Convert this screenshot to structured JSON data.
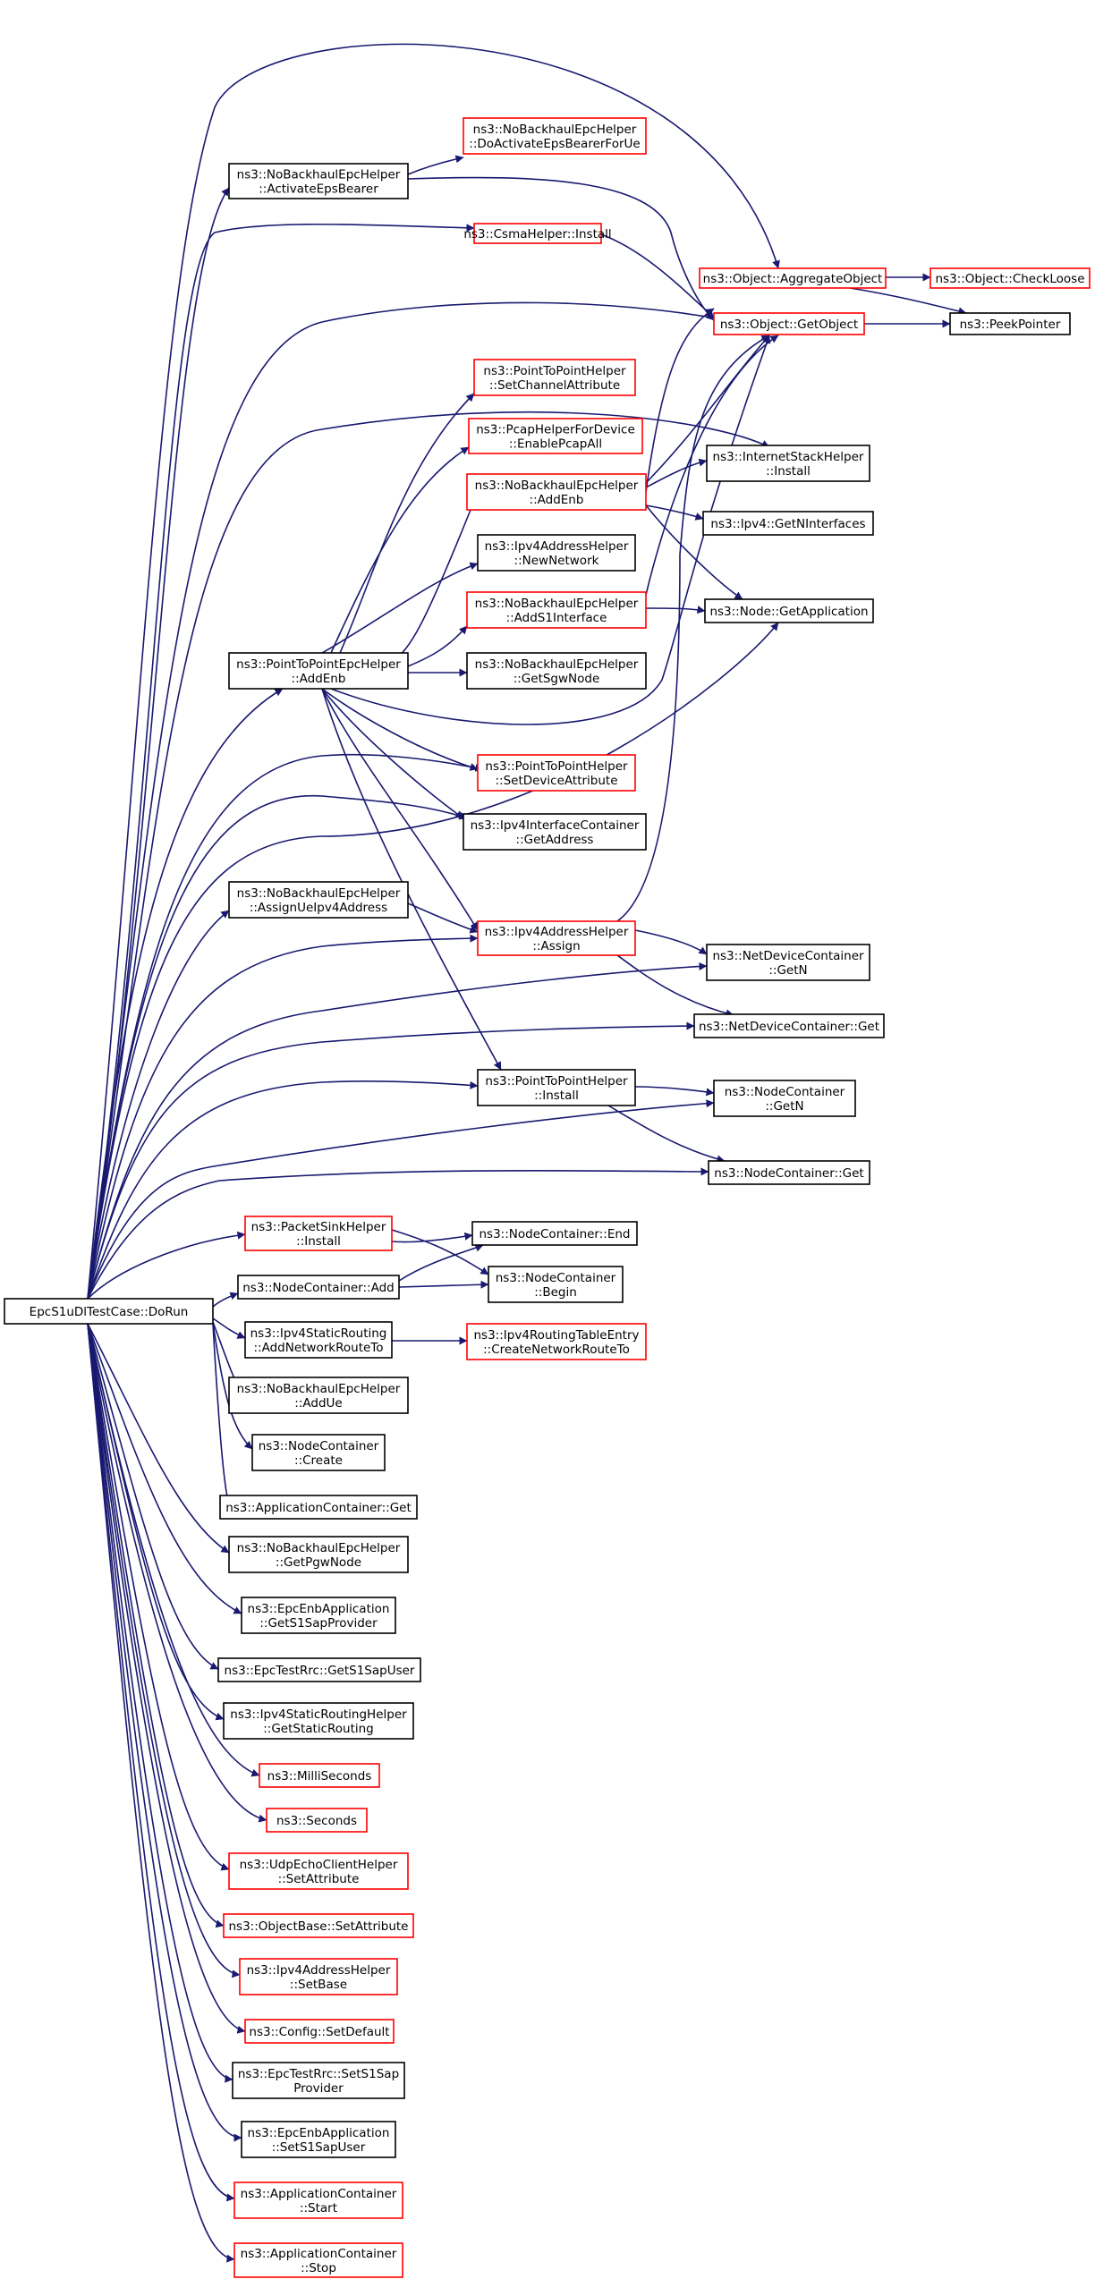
{
  "colors": {
    "edge": "#191970",
    "box_normal": "#000000",
    "box_red": "#ff0000",
    "root_fill": "#bfbfbf"
  },
  "nodes": {
    "root": {
      "lines": [
        "EpcS1uDlTestCase::DoRun"
      ],
      "style": "root"
    },
    "noBackhaul_activateEps": {
      "lines": [
        "ns3::NoBackhaulEpcHelper",
        "::ActivateEpsBearer"
      ],
      "style": "normal"
    },
    "noBackhaul_doActivate": {
      "lines": [
        "ns3::NoBackhaulEpcHelper",
        "::DoActivateEpsBearerForUe"
      ],
      "style": "red"
    },
    "csma_install": {
      "lines": [
        "ns3::CsmaHelper::Install"
      ],
      "style": "red"
    },
    "object_aggregate": {
      "lines": [
        "ns3::Object::AggregateObject"
      ],
      "style": "red"
    },
    "object_checkloose": {
      "lines": [
        "ns3::Object::CheckLoose"
      ],
      "style": "red"
    },
    "object_getobject": {
      "lines": [
        "ns3::Object::GetObject"
      ],
      "style": "red"
    },
    "peekpointer": {
      "lines": [
        "ns3::PeekPointer"
      ],
      "style": "normal"
    },
    "p2p_setchannel": {
      "lines": [
        "ns3::PointToPointHelper",
        "::SetChannelAttribute"
      ],
      "style": "red"
    },
    "pcap_enable": {
      "lines": [
        "ns3::PcapHelperForDevice",
        "::EnablePcapAll"
      ],
      "style": "red"
    },
    "internetstack_install": {
      "lines": [
        "ns3::InternetStackHelper",
        "::Install"
      ],
      "style": "normal"
    },
    "noBackhaul_addenb": {
      "lines": [
        "ns3::NoBackhaulEpcHelper",
        "::AddEnb"
      ],
      "style": "red"
    },
    "ipv4_getninterfaces": {
      "lines": [
        "ns3::Ipv4::GetNInterfaces"
      ],
      "style": "normal"
    },
    "ipv4addr_newnetwork": {
      "lines": [
        "ns3::Ipv4AddressHelper",
        "::NewNetwork"
      ],
      "style": "normal"
    },
    "noBackhaul_adds1": {
      "lines": [
        "ns3::NoBackhaulEpcHelper",
        "::AddS1Interface"
      ],
      "style": "red"
    },
    "node_getapp": {
      "lines": [
        "ns3::Node::GetApplication"
      ],
      "style": "normal"
    },
    "p2pepc_addenb": {
      "lines": [
        "ns3::PointToPointEpcHelper",
        "::AddEnb"
      ],
      "style": "normal"
    },
    "noBackhaul_getsgw": {
      "lines": [
        "ns3::NoBackhaulEpcHelper",
        "::GetSgwNode"
      ],
      "style": "normal"
    },
    "p2p_setdevice": {
      "lines": [
        "ns3::PointToPointHelper",
        "::SetDeviceAttribute"
      ],
      "style": "red"
    },
    "ipv4iface_getaddr": {
      "lines": [
        "ns3::Ipv4InterfaceContainer",
        "::GetAddress"
      ],
      "style": "normal"
    },
    "noBackhaul_assignue": {
      "lines": [
        "ns3::NoBackhaulEpcHelper",
        "::AssignUeIpv4Address"
      ],
      "style": "normal"
    },
    "ipv4addr_assign": {
      "lines": [
        "ns3::Ipv4AddressHelper",
        "::Assign"
      ],
      "style": "red"
    },
    "netdev_getn": {
      "lines": [
        "ns3::NetDeviceContainer",
        "::GetN"
      ],
      "style": "normal"
    },
    "netdev_get": {
      "lines": [
        "ns3::NetDeviceContainer::Get"
      ],
      "style": "normal"
    },
    "p2p_install": {
      "lines": [
        "ns3::PointToPointHelper",
        "::Install"
      ],
      "style": "normal"
    },
    "nodec_getn": {
      "lines": [
        "ns3::NodeContainer",
        "::GetN"
      ],
      "style": "normal"
    },
    "nodec_get": {
      "lines": [
        "ns3::NodeContainer::Get"
      ],
      "style": "normal"
    },
    "packetsink_install": {
      "lines": [
        "ns3::PacketSinkHelper",
        "::Install"
      ],
      "style": "red"
    },
    "nodec_end": {
      "lines": [
        "ns3::NodeContainer::End"
      ],
      "style": "normal"
    },
    "nodec_add": {
      "lines": [
        "ns3::NodeContainer::Add"
      ],
      "style": "normal"
    },
    "nodec_begin": {
      "lines": [
        "ns3::NodeContainer",
        "::Begin"
      ],
      "style": "normal"
    },
    "ipv4static_addnet": {
      "lines": [
        "ns3::Ipv4StaticRouting",
        "::AddNetworkRouteTo"
      ],
      "style": "normal"
    },
    "ipv4rte_create": {
      "lines": [
        "ns3::Ipv4RoutingTableEntry",
        "::CreateNetworkRouteTo"
      ],
      "style": "red"
    },
    "noBackhaul_addue": {
      "lines": [
        "ns3::NoBackhaulEpcHelper",
        "::AddUe"
      ],
      "style": "normal"
    },
    "nodec_create": {
      "lines": [
        "ns3::NodeContainer",
        "::Create"
      ],
      "style": "normal"
    },
    "appc_get": {
      "lines": [
        "ns3::ApplicationContainer::Get"
      ],
      "style": "normal"
    },
    "noBackhaul_getpgw": {
      "lines": [
        "ns3::NoBackhaulEpcHelper",
        "::GetPgwNode"
      ],
      "style": "normal"
    },
    "epcenb_gets1sap": {
      "lines": [
        "ns3::EpcEnbApplication",
        "::GetS1SapProvider"
      ],
      "style": "normal"
    },
    "epctestrrc_gets1": {
      "lines": [
        "ns3::EpcTestRrc::GetS1SapUser"
      ],
      "style": "normal"
    },
    "ipv4staticrh_get": {
      "lines": [
        "ns3::Ipv4StaticRoutingHelper",
        "::GetStaticRouting"
      ],
      "style": "normal"
    },
    "milliseconds": {
      "lines": [
        "ns3::MilliSeconds"
      ],
      "style": "red"
    },
    "seconds": {
      "lines": [
        "ns3::Seconds"
      ],
      "style": "red"
    },
    "udpecho_setattr": {
      "lines": [
        "ns3::UdpEchoClientHelper",
        "::SetAttribute"
      ],
      "style": "red"
    },
    "objectbase_setattr": {
      "lines": [
        "ns3::ObjectBase::SetAttribute"
      ],
      "style": "red"
    },
    "ipv4addr_setbase": {
      "lines": [
        "ns3::Ipv4AddressHelper",
        "::SetBase"
      ],
      "style": "red"
    },
    "config_setdefault": {
      "lines": [
        "ns3::Config::SetDefault"
      ],
      "style": "red"
    },
    "epctestrrc_sets1": {
      "lines": [
        "ns3::EpcTestRrc::SetS1Sap",
        "Provider"
      ],
      "style": "normal"
    },
    "epcenb_sets1user": {
      "lines": [
        "ns3::EpcEnbApplication",
        "::SetS1SapUser"
      ],
      "style": "normal"
    },
    "appc_start": {
      "lines": [
        "ns3::ApplicationContainer",
        "::Start"
      ],
      "style": "red"
    },
    "appc_stop": {
      "lines": [
        "ns3::ApplicationContainer",
        "::Stop"
      ],
      "style": "red"
    }
  }
}
